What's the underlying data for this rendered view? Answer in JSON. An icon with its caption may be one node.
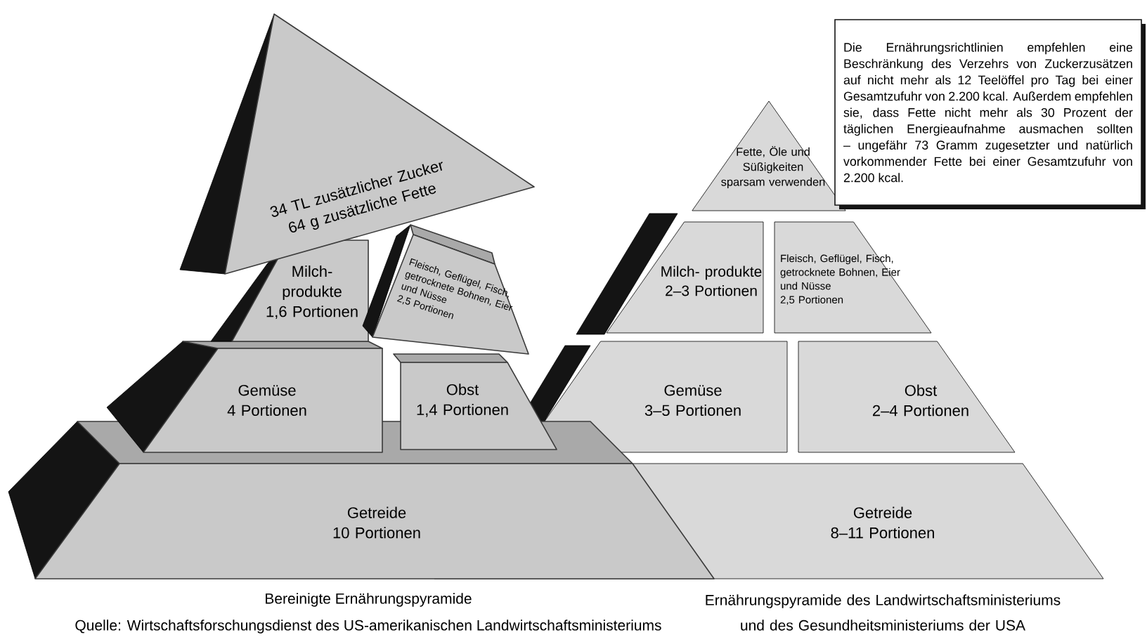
{
  "diagram": {
    "nodes": [
      {
        "text": [
          "34 TL zusätzlicher Zucker",
          "64 g zusätzliche Fette"
        ]
      },
      {
        "text": [
          "Milch- produkte",
          "1,6 Portionen"
        ]
      },
      {
        "text": [
          "Fleisch, Geflügel, Fisch, getrocknete Bohnen, Eier und Nüsse",
          "2,5 Portionen"
        ]
      },
      {
        "text": [
          "Gemüse",
          "4 Portionen"
        ]
      },
      {
        "text": [
          "Obst",
          "1,4 Portionen"
        ]
      },
      {
        "text": [
          "Getreide",
          "10 Portionen"
        ]
      },
      {
        "text": [
          "Die Ernährungsrichtlinien empfehlen eine Beschränkung des Verzehrs von Zuckerzusätzen auf nicht mehr als 12 Teelöffel pro Tag bei einer Gesamtzufuhr von 2.200 kcal. Außerdem empfehlen sie, dass Fette nicht mehr als 30 Prozent der täglichen Energieaufnahme ausmachen sollten – ungefähr 73 Gramm zugesetzter und natürlich vorkommender Fette bei einer Gesamtzufuhr von 2.200 kcal."
        ]
      },
      {
        "text": [
          "Fette, Öle und Süßigkeiten sparsam verwenden"
        ]
      },
      {
        "text": [
          "Milch- produkte",
          "2–3 Portionen"
        ]
      },
      {
        "text": [
          "Fleisch, Geflügel, Fisch, getrocknete Bohnen, Eier und Nüsse",
          "2,5 Portionen"
        ]
      },
      {
        "text": [
          "Gemüse",
          "3–5 Portionen"
        ]
      },
      {
        "text": [
          "Obst",
          "2–4 Portionen"
        ]
      },
      {
        "text": [
          "Getreide",
          "8–11 Portionen"
        ]
      }
    ],
    "labels": [
      "Bereinigte Ernährungspyramide",
      "Quelle: Wirtschaftsforschungsdienst des US-amerikanischen Landwirtschaftsministeriums",
      "Ernährungspyramide des Landwirtschaftsministeriums und des Gesundheitsministeriums der USA"
    ]
  }
}
